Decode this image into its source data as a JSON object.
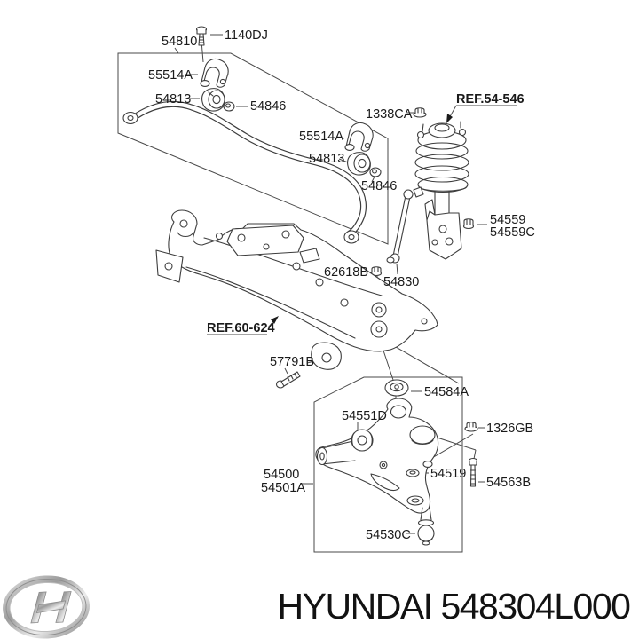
{
  "page": {
    "background": "#ffffff"
  },
  "diagram": {
    "labels": {
      "bolt_1140dj": "1140DJ",
      "group_54810": "54810",
      "bracket_55514a_upper": "55514A",
      "bushing_54813_upper": "54813",
      "ring_54846_upper": "54846",
      "nut_1338ca": "1338CA",
      "ref_strut": "REF.54-546",
      "bracket_55514a_lower": "55514A",
      "bushing_54813_lower": "54813",
      "ring_54846_lower": "54846",
      "nut_54559": "54559",
      "nut_54559c": "54559C",
      "nut_62618b": "62618B",
      "link_54830": "54830",
      "ref_crossmember": "REF.60-624",
      "bolt_57791b": "57791B",
      "bushing_54584a": "54584A",
      "bushing_54551d": "54551D",
      "nut_1326gb": "1326GB",
      "arm_54500": "54500",
      "arm_54501a": "54501A",
      "washer_54519": "54519",
      "bolt_54563b": "54563B",
      "balljoint_54530c": "54530C"
    },
    "icons": {
      "hyundai_logo": "slanted-H-in-oval",
      "flange_bolt": "bolt-side-view",
      "flange_nut": "nut-side-view",
      "bushing": "rubber-bushing-cylinder",
      "bracket": "stabilizer-bar-clamp",
      "ball_joint": "ball-joint-stud",
      "washer": "flat-washer",
      "ref_arrow": "solid-leader-arrowhead"
    },
    "colors": {
      "line": "#3d3d3d",
      "label_text": "#1a1a1a",
      "footer_text": "#121212",
      "logo_silver": "#b5b5b5",
      "background": "#ffffff"
    }
  },
  "footer": {
    "brand_text": "HYUNDAI 548304L000"
  }
}
